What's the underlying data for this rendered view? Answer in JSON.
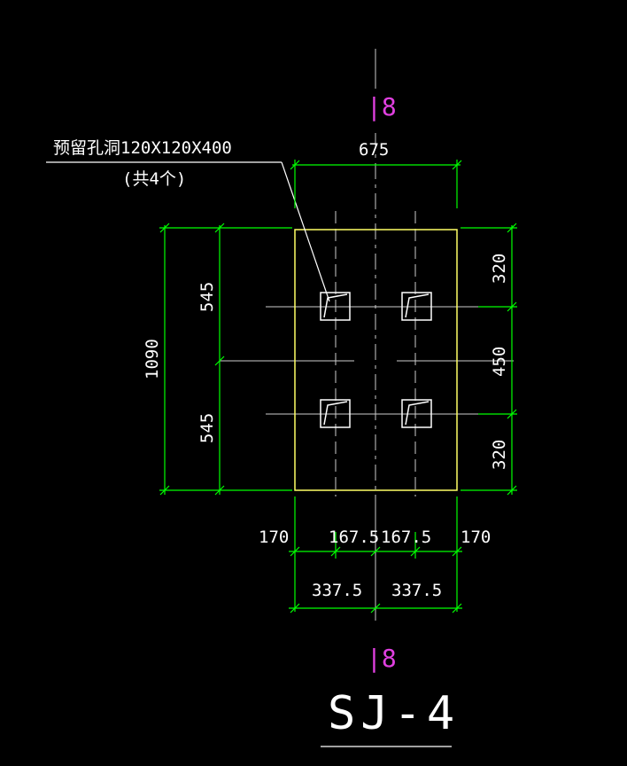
{
  "drawing": {
    "title": "SJ-4",
    "axis_top": "|8",
    "axis_bottom": "|8",
    "note_line1": "预留孔洞120X120X400",
    "note_line2": "(共4个)"
  },
  "dimensions": {
    "top_width": "675",
    "left_total": "1090",
    "left_upper": "545",
    "left_lower": "545",
    "right_top": "320",
    "right_mid": "450",
    "right_bottom": "320",
    "bottom_edge_left": "170",
    "bottom_mid_left": "167.5",
    "bottom_mid_right": "167.5",
    "bottom_edge_right": "170",
    "bottom_half_left": "337.5",
    "bottom_half_right": "337.5"
  },
  "colors": {
    "background": "#000000",
    "dimension_lines": "#00ff00",
    "outline": "#ffff66",
    "axis_label": "#e040e0",
    "linework": "#ffffff"
  }
}
